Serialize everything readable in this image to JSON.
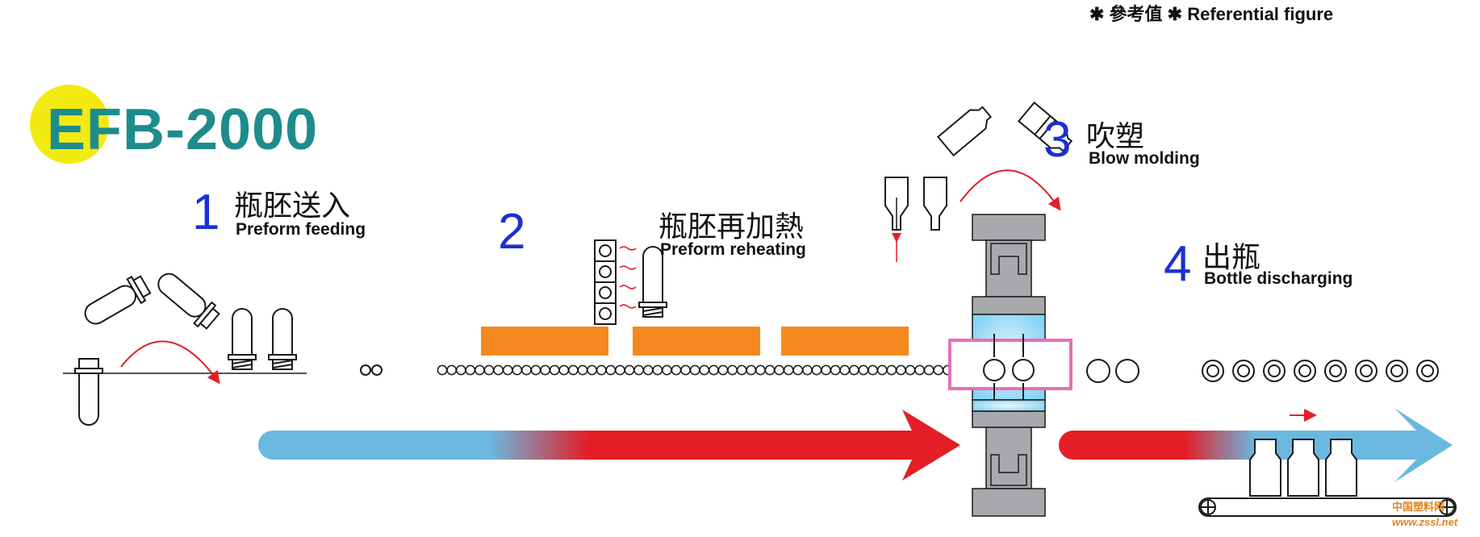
{
  "reference_note": "✱ 參考值 ✱ Referential figure",
  "model": "EFB-2000",
  "steps": [
    {
      "number": "1",
      "zh": "瓶胚送入",
      "en": "Preform feeding"
    },
    {
      "number": "2",
      "zh": "瓶胚再加熱",
      "en": "Preform reheating"
    },
    {
      "number": "3",
      "zh": "吹塑",
      "en": "Blow molding"
    },
    {
      "number": "4",
      "zh": "出瓶",
      "en": "Bottle discharging"
    }
  ],
  "watermark": {
    "line1": "中国塑料网",
    "line2": "www.zssl.net"
  },
  "colors": {
    "title": "#1e8c8c",
    "step_number": "#1a2fd6",
    "logo_circle": "#f2ea10",
    "heater": "#f48a1f",
    "mold_frame": "#e76fb8",
    "arrow_red": "#e31e26",
    "arrow_blue": "#5fb0dc",
    "machine_gray": "#a7a9ac"
  }
}
